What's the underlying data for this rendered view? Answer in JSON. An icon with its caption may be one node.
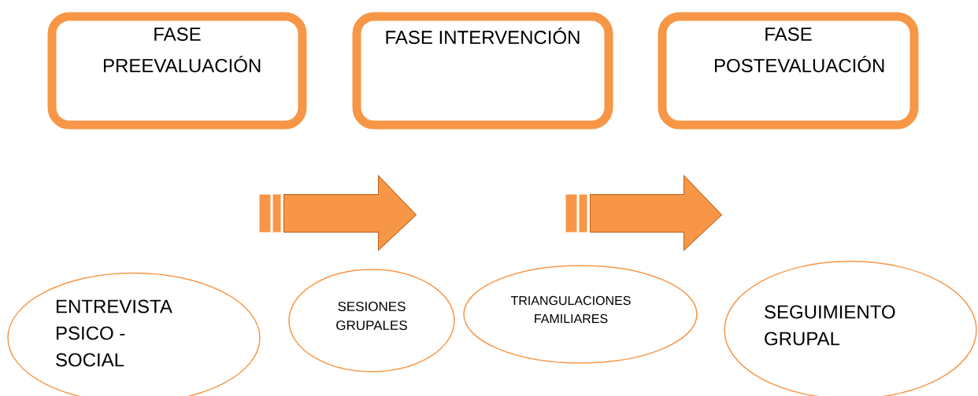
{
  "diagram": {
    "nodes": [
      {
        "text": [
          "FASE PREEVALUACIÓN"
        ]
      },
      {
        "text": [
          "FASE INTERVENCIÓN"
        ]
      },
      {
        "text": [
          "FASE POSTEVALUACIÓN"
        ]
      },
      {
        "text": [
          "ENTREVISTA PSICO - SOCIAL"
        ]
      },
      {
        "text": [
          "SESIONES GRUPALES"
        ]
      },
      {
        "text": [
          "TRIANGULACIONES FAMILIARES"
        ]
      },
      {
        "text": [
          "SEGUIMIENTO GRUPAL"
        ]
      }
    ],
    "edges": [
      {
        "from": 0,
        "to": 1,
        "arrow": "to"
      },
      {
        "from": 1,
        "to": 2,
        "arrow": "to"
      }
    ]
  }
}
